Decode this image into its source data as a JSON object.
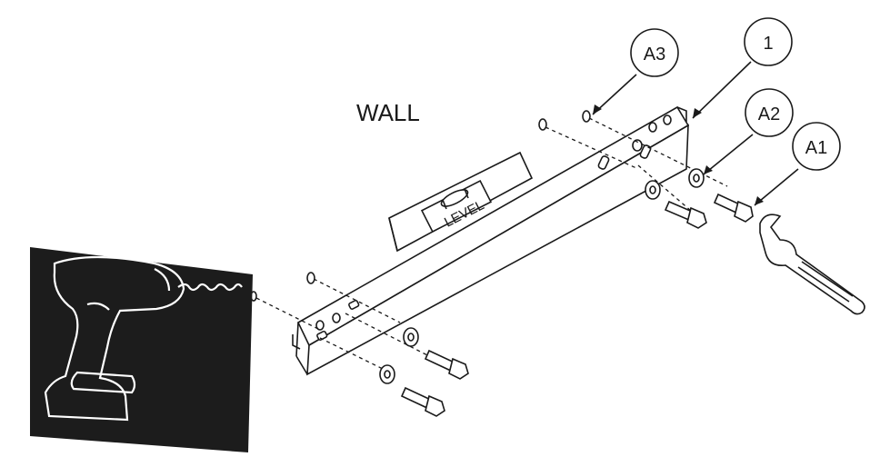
{
  "labels": {
    "wall": "WALL",
    "level": "LEVEL"
  },
  "callouts": [
    {
      "id": "A3",
      "text": "A3"
    },
    {
      "id": "1",
      "text": "1"
    },
    {
      "id": "A2",
      "text": "A2"
    },
    {
      "id": "A1",
      "text": "A1"
    }
  ],
  "colors": {
    "line": "#1a1a1a",
    "drill_panel": "#1c1c1c",
    "background": "#ffffff"
  },
  "icons": {
    "drill": "cordless-drill-icon",
    "wrench": "open-end-wrench-icon"
  }
}
